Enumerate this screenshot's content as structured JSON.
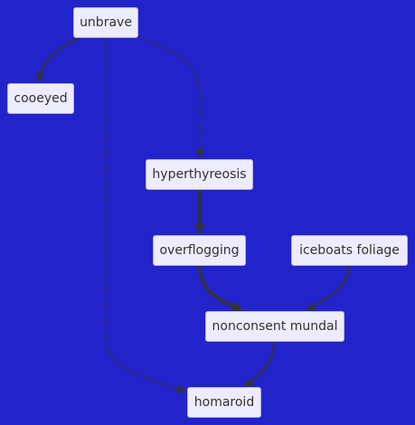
{
  "diagram": {
    "nodes": {
      "unbrave": "unbrave",
      "cooeyed": "cooeyed",
      "hyperthyreosis": "hyperthyreosis",
      "overflogging": "overflogging",
      "iceboats_foliage": "iceboats foliage",
      "nonconsent_mundal": "nonconsent mundal",
      "homaroid": "homaroid"
    },
    "edges": [
      {
        "from": "unbrave",
        "to": "cooeyed",
        "style": "solid"
      },
      {
        "from": "unbrave",
        "to": "hyperthyreosis",
        "style": "dotted"
      },
      {
        "from": "unbrave",
        "to": "homaroid",
        "style": "dotted"
      },
      {
        "from": "hyperthyreosis",
        "to": "overflogging",
        "style": "thick"
      },
      {
        "from": "overflogging",
        "to": "nonconsent_mundal",
        "style": "thick"
      },
      {
        "from": "iceboats_foliage",
        "to": "nonconsent_mundal",
        "style": "solid"
      },
      {
        "from": "nonconsent_mundal",
        "to": "homaroid",
        "style": "solid"
      }
    ],
    "colors": {
      "background": "#2323cc",
      "node_fill": "#ececfc",
      "node_border": "#b3b3e6",
      "edge": "#333333",
      "text": "#333333"
    }
  }
}
